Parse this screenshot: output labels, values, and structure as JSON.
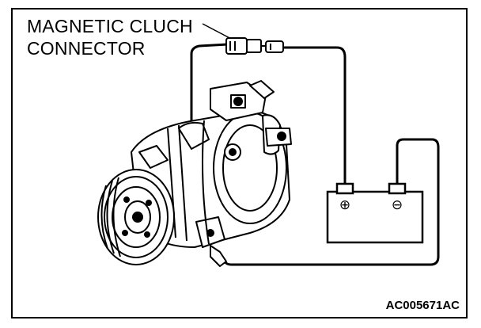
{
  "callout": {
    "line1": "MAGNETIC CLUCH",
    "line2": "CONNECTOR"
  },
  "battery": {
    "positive_symbol": "⊕",
    "negative_symbol": "⊖"
  },
  "figure_id": "AC005671AC",
  "colors": {
    "ink": "#000000",
    "background": "#ffffff"
  }
}
